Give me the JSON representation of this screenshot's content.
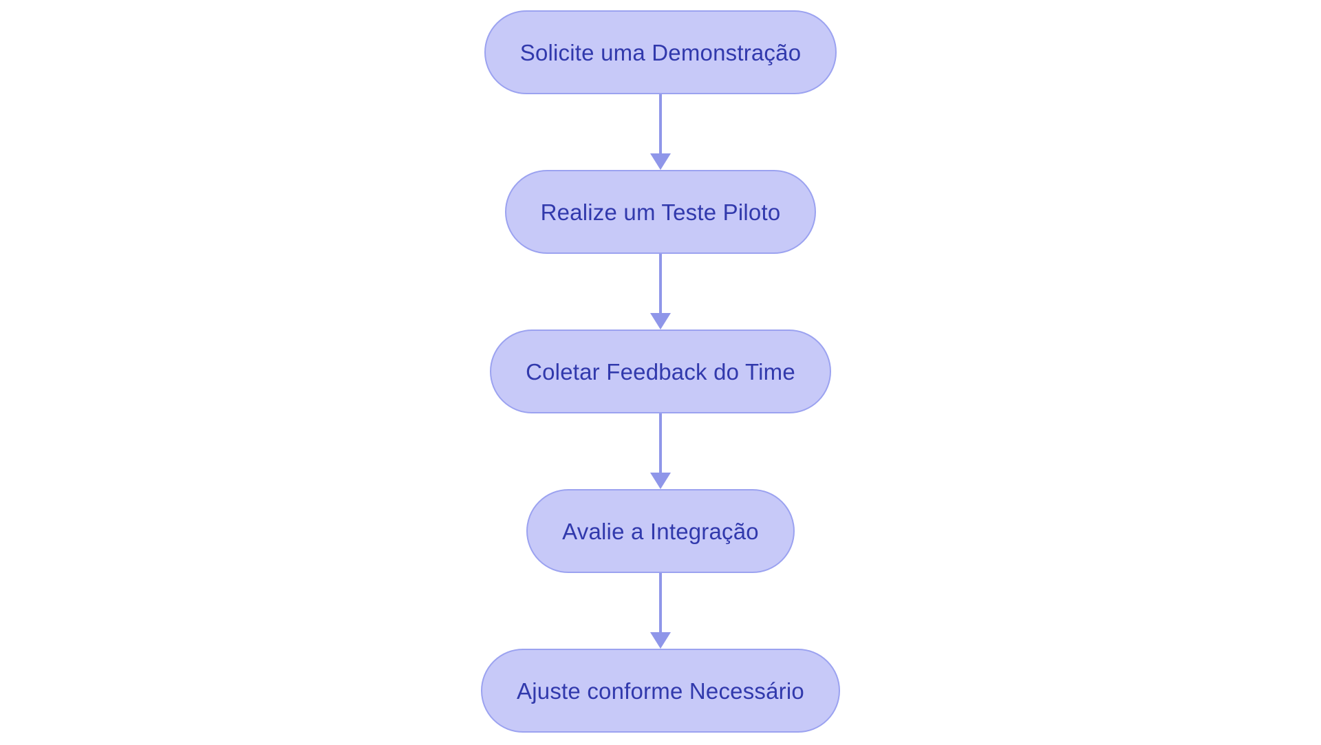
{
  "diagram": {
    "type": "flowchart",
    "direction": "top-down",
    "nodes": [
      {
        "id": "n1",
        "label": "Solicite uma Demonstração"
      },
      {
        "id": "n2",
        "label": "Realize um Teste Piloto"
      },
      {
        "id": "n3",
        "label": "Coletar Feedback do Time"
      },
      {
        "id": "n4",
        "label": "Avalie a Integração"
      },
      {
        "id": "n5",
        "label": "Ajuste conforme Necessário"
      }
    ],
    "edges": [
      {
        "from": "n1",
        "to": "n2"
      },
      {
        "from": "n2",
        "to": "n3"
      },
      {
        "from": "n3",
        "to": "n4"
      },
      {
        "from": "n4",
        "to": "n5"
      }
    ],
    "theme": {
      "background": "#ffffff",
      "node_fill": "#c7c9f8",
      "node_border": "#9ba2f0",
      "node_text": "#3139ac",
      "arrow": "#8f96e9"
    }
  }
}
